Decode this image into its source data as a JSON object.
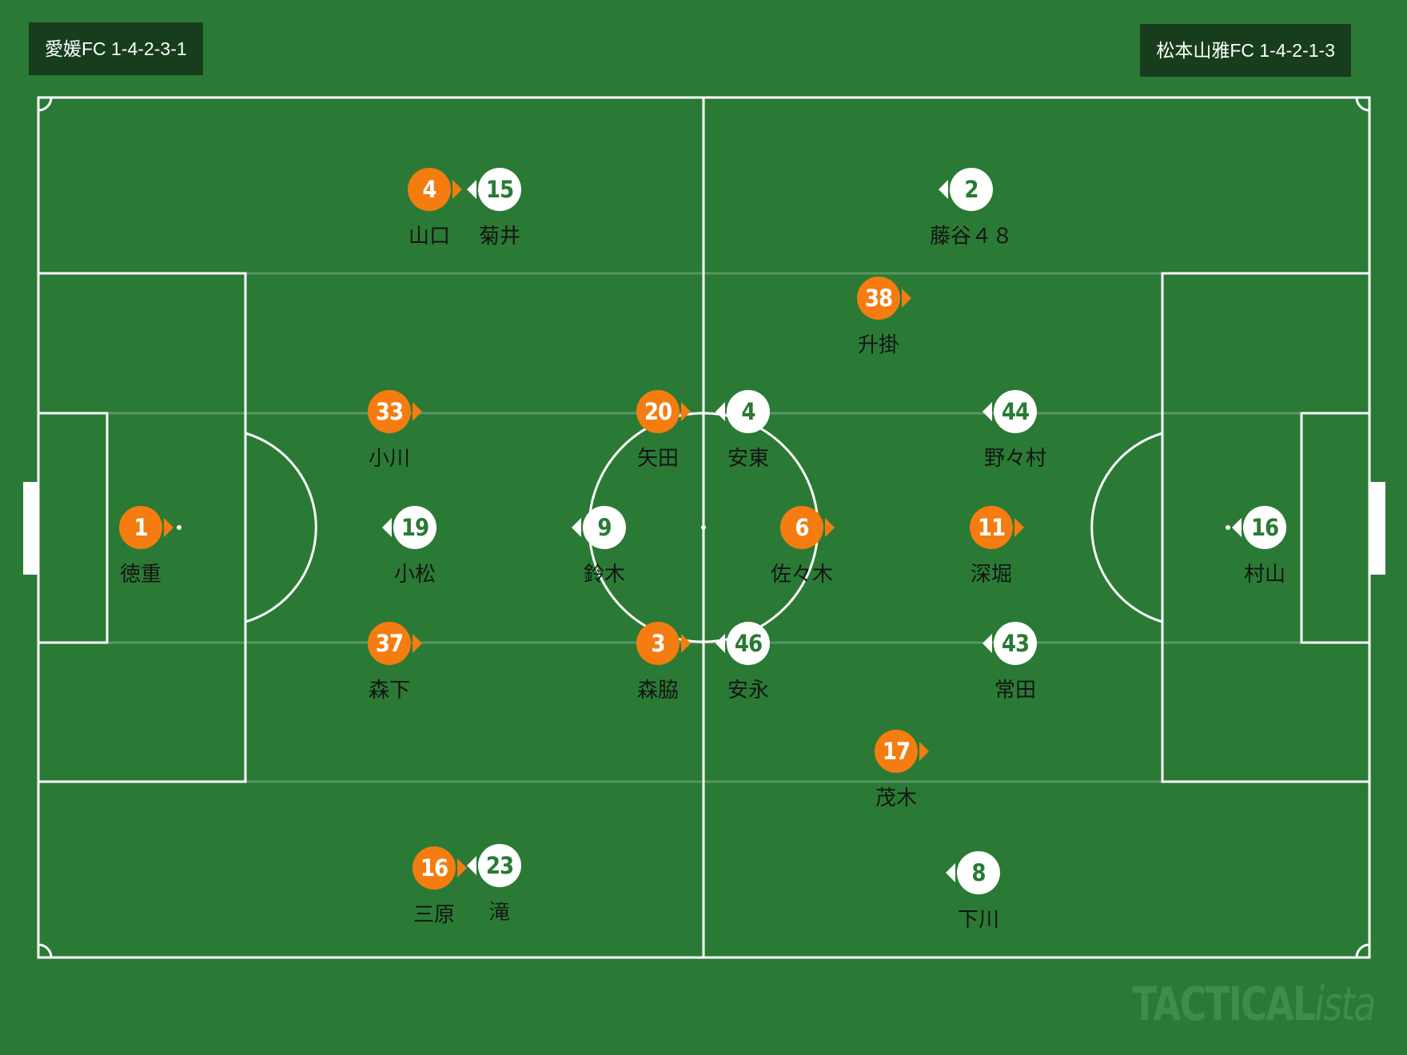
{
  "teams": {
    "home": {
      "label": "愛媛FC 1-4-2-3-1",
      "color": "#f57c10"
    },
    "away": {
      "label": "松本山雅FC 1-4-2-1-3",
      "color": "#ffffff"
    }
  },
  "players": {
    "home": [
      {
        "number": "1",
        "name": "徳重"
      },
      {
        "number": "4",
        "name": "山口"
      },
      {
        "number": "33",
        "name": "小川"
      },
      {
        "number": "37",
        "name": "森下"
      },
      {
        "number": "16",
        "name": "三原"
      },
      {
        "number": "20",
        "name": "矢田"
      },
      {
        "number": "3",
        "name": "森脇"
      },
      {
        "number": "38",
        "name": "升掛"
      },
      {
        "number": "6",
        "name": "佐々木"
      },
      {
        "number": "17",
        "name": "茂木"
      },
      {
        "number": "11",
        "name": "深堀"
      }
    ],
    "away": [
      {
        "number": "16",
        "name": "村山"
      },
      {
        "number": "2",
        "name": "藤谷４８"
      },
      {
        "number": "44",
        "name": "野々村"
      },
      {
        "number": "43",
        "name": "常田"
      },
      {
        "number": "8",
        "name": "下川"
      },
      {
        "number": "4",
        "name": "安東"
      },
      {
        "number": "46",
        "name": "安永"
      },
      {
        "number": "9",
        "name": "鈴木"
      },
      {
        "number": "15",
        "name": "菊井"
      },
      {
        "number": "19",
        "name": "小松"
      },
      {
        "number": "23",
        "name": "滝"
      }
    ]
  },
  "watermark": {
    "main": "TACTICAL",
    "italic": "ista"
  },
  "colors": {
    "pitch": "#2a7a35",
    "lines": "#ffffff",
    "badge": "#173d1d"
  }
}
